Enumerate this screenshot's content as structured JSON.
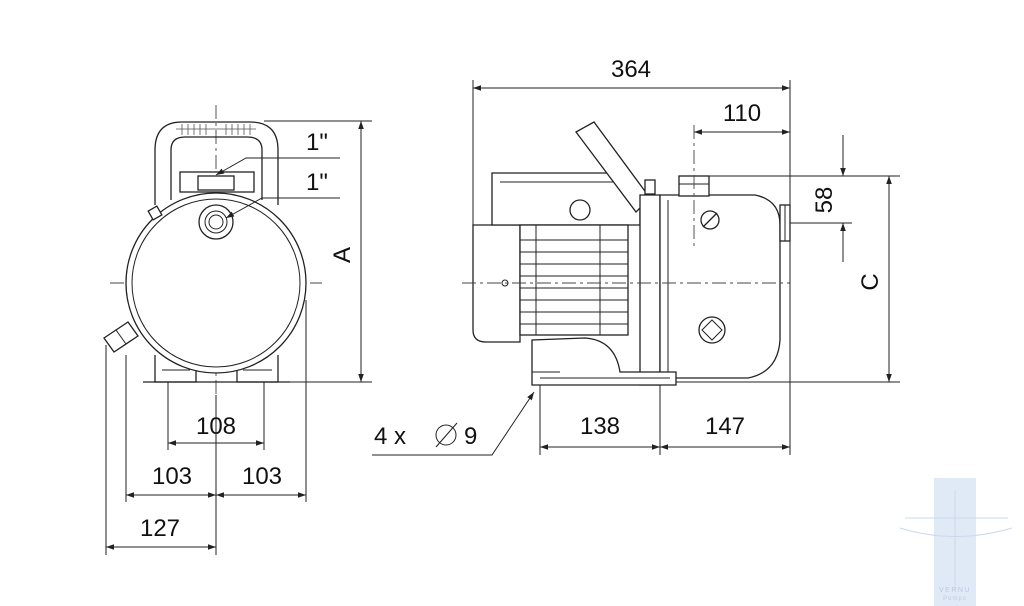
{
  "front_view": {
    "connection_upper": "1\"",
    "connection_lower": "1\"",
    "height_label": "A",
    "feet_spacing": "108",
    "half_width_left": "103",
    "half_width_right": "103",
    "overall_left": "127"
  },
  "side_view": {
    "overall_length": "364",
    "outlet_offset": "110",
    "inlet_height": "58",
    "height_label": "C",
    "foot_left_span": "138",
    "foot_right_span": "147",
    "mounting_holes": "4 x",
    "hole_diameter": "9"
  },
  "watermark": {
    "text_upper": "VERNU",
    "text_lower": "Pumps",
    "color": "#c9d9ee"
  }
}
